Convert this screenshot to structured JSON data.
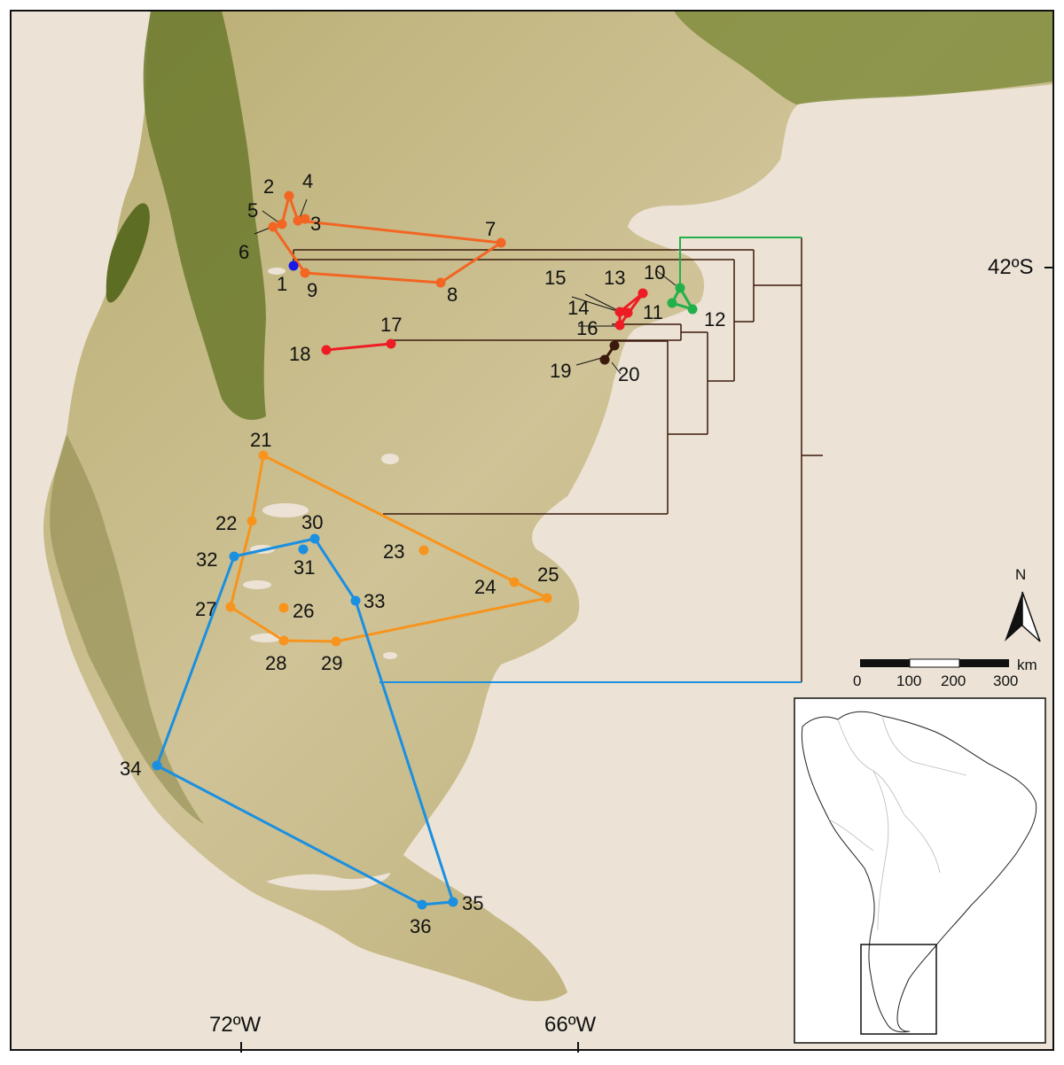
{
  "map": {
    "colors": {
      "ocean": "#ece3d6",
      "land_dry": "#d2c69f",
      "land_mid": "#a49a58",
      "forest": "#5e6d24",
      "lakes": "#ece3d6",
      "frame": "#111111"
    },
    "coordinate_labels": {
      "lat_42": "42ºS",
      "lon_72": "72ºW",
      "lon_66": "66ºW"
    },
    "scale_bar": {
      "unit": "km",
      "ticks": [
        "0",
        "100",
        "200",
        "300"
      ]
    },
    "north_arrow": {
      "label": "N"
    },
    "inset": {
      "subject": "South America",
      "highlight": "Patagonia"
    }
  },
  "groups": [
    {
      "id": "orange-red",
      "color": "#f26522",
      "sites": [
        "2",
        "4",
        "3",
        "5",
        "6",
        "1",
        "7",
        "8",
        "9"
      ]
    },
    {
      "id": "blue-single",
      "color": "#1a1ae6",
      "sites": [
        "1"
      ]
    },
    {
      "id": "green",
      "color": "#22b04b",
      "sites": [
        "10",
        "11",
        "12"
      ]
    },
    {
      "id": "red",
      "color": "#ee1c24",
      "sites": [
        "13",
        "14",
        "15",
        "16",
        "17",
        "18"
      ]
    },
    {
      "id": "dark-brown",
      "color": "#3b1a0c",
      "sites": [
        "19",
        "20"
      ]
    },
    {
      "id": "orange",
      "color": "#f7941d",
      "sites": [
        "21",
        "22",
        "23",
        "24",
        "25",
        "26",
        "27",
        "28",
        "29"
      ]
    },
    {
      "id": "blue",
      "color": "#1b8fe0",
      "sites": [
        "30",
        "31",
        "32",
        "33",
        "34",
        "35",
        "36"
      ]
    }
  ],
  "sites": [
    {
      "label": "1",
      "color": "#1a1ae6"
    },
    {
      "label": "2",
      "color": "#f26522"
    },
    {
      "label": "3",
      "color": "#f26522"
    },
    {
      "label": "4",
      "color": "#f26522"
    },
    {
      "label": "5",
      "color": "#f26522"
    },
    {
      "label": "6",
      "color": "#f26522"
    },
    {
      "label": "7",
      "color": "#f26522"
    },
    {
      "label": "8",
      "color": "#f26522"
    },
    {
      "label": "9",
      "color": "#f26522"
    },
    {
      "label": "10",
      "color": "#22b04b"
    },
    {
      "label": "11",
      "color": "#22b04b"
    },
    {
      "label": "12",
      "color": "#22b04b"
    },
    {
      "label": "13",
      "color": "#ee1c24"
    },
    {
      "label": "14",
      "color": "#ee1c24"
    },
    {
      "label": "15",
      "color": "#ee1c24"
    },
    {
      "label": "16",
      "color": "#ee1c24"
    },
    {
      "label": "17",
      "color": "#ee1c24"
    },
    {
      "label": "18",
      "color": "#ee1c24"
    },
    {
      "label": "19",
      "color": "#3b1a0c"
    },
    {
      "label": "20",
      "color": "#3b1a0c"
    },
    {
      "label": "21",
      "color": "#f7941d"
    },
    {
      "label": "22",
      "color": "#f7941d"
    },
    {
      "label": "23",
      "color": "#f7941d"
    },
    {
      "label": "24",
      "color": "#f7941d"
    },
    {
      "label": "25",
      "color": "#f7941d"
    },
    {
      "label": "26",
      "color": "#f7941d"
    },
    {
      "label": "27",
      "color": "#f7941d"
    },
    {
      "label": "28",
      "color": "#f7941d"
    },
    {
      "label": "29",
      "color": "#f7941d"
    },
    {
      "label": "30",
      "color": "#1b8fe0"
    },
    {
      "label": "31",
      "color": "#1b8fe0"
    },
    {
      "label": "32",
      "color": "#1b8fe0"
    },
    {
      "label": "33",
      "color": "#1b8fe0"
    },
    {
      "label": "34",
      "color": "#1b8fe0"
    },
    {
      "label": "35",
      "color": "#1b8fe0"
    },
    {
      "label": "36",
      "color": "#1b8fe0"
    }
  ],
  "tree": {
    "line_color": "#3b1a0c"
  }
}
